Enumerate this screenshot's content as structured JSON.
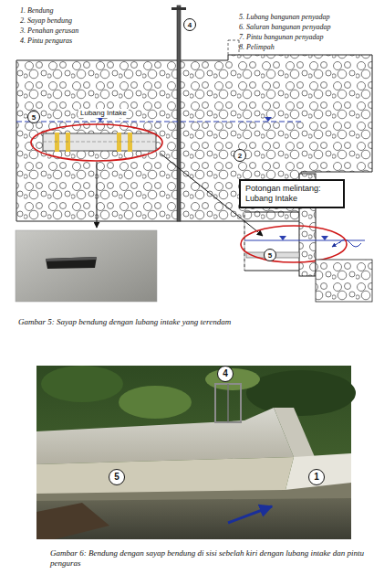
{
  "diagram": {
    "caption": "Gambar 5: Sayap bendung dengan lubang intake yang terendam",
    "nodes": [
      {
        "text": [
          "Potongan melintang: Lubang Intake"
        ]
      }
    ],
    "labels": [
      "1. Bendung",
      "2. Sayap bendung",
      "3. Penahan gerusan",
      "4. Pintu penguras",
      "5. Lubang bangunan penyadap",
      "6. Saluran bangunan penyadap",
      "7. Pintu bangunan penyadap",
      "8. Pelimpah",
      "4",
      "5",
      "Lubang Intake",
      "2",
      "5",
      "4",
      "5",
      "1",
      "Gambar 6: Bendung dengan sayap bendung di sisi sebelah kiri dengan lubang intake dan pintu penguras"
    ]
  }
}
